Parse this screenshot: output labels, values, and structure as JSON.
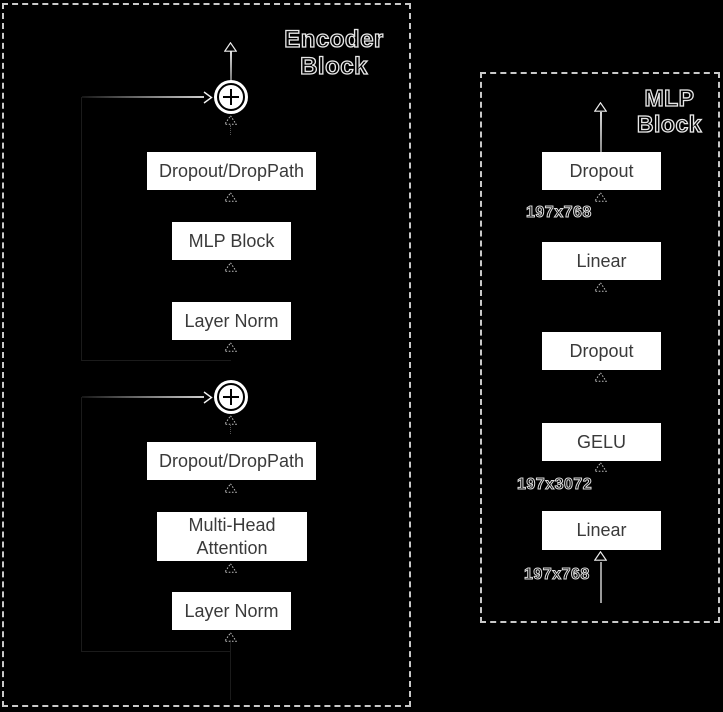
{
  "diagram": {
    "encoder": {
      "title_line1": "Encoder",
      "title_line2": "Block",
      "add_symbol": "+",
      "boxes": [
        {
          "label": "Dropout/DropPath"
        },
        {
          "label": "MLP Block"
        },
        {
          "label": "Layer Norm"
        },
        {
          "label": "Dropout/DropPath"
        },
        {
          "label": "Multi-Head Attention"
        },
        {
          "label": "Layer Norm"
        }
      ]
    },
    "mlp": {
      "title_line1": "MLP",
      "title_line2": "Block",
      "boxes": [
        {
          "label": "Dropout"
        },
        {
          "label": "Linear"
        },
        {
          "label": "Dropout"
        },
        {
          "label": "GELU"
        },
        {
          "label": "Linear"
        }
      ],
      "dim_labels": [
        {
          "text": "197x768"
        },
        {
          "text": "197x3072"
        },
        {
          "text": "197x768"
        }
      ]
    },
    "colors": {
      "background": "#000000",
      "box_fill": "#ffffff",
      "box_text": "#3a3a3a",
      "dashed_border": "#c9c9c9",
      "outlined_text_stroke": "#e8e8e8",
      "arrow_line": "#8f8f8f"
    }
  }
}
